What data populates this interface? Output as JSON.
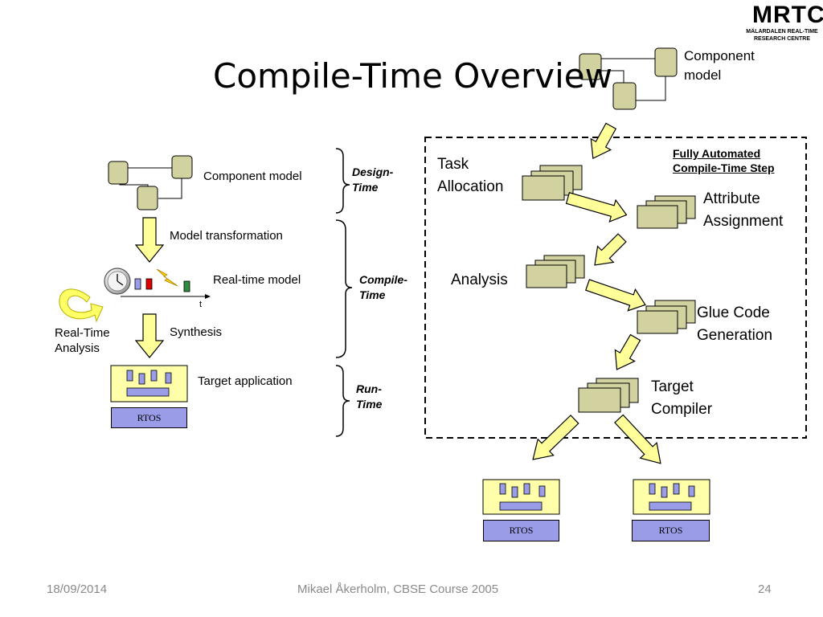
{
  "logo": {
    "text": "MRTC",
    "line1": "MÄLARDALEN REAL-TIME",
    "line2": "RESEARCH CENTRE"
  },
  "title": "Compile-Time Overview",
  "left": {
    "component_model": "Component model",
    "model_transformation": "Model transformation",
    "realtime_model": "Real-time model",
    "time_axis_label": "t",
    "realtime_analysis": [
      "Real-Time",
      "Analysis"
    ],
    "synthesis": "Synthesis",
    "target_application": "Target application",
    "rtos": "RTOS"
  },
  "phases": {
    "design": [
      "Design-",
      "Time"
    ],
    "compile": [
      "Compile-",
      "Time"
    ],
    "run": [
      "Run-",
      "Time"
    ]
  },
  "right": {
    "component_model": [
      "Component",
      "model"
    ],
    "automated": [
      "Fully Automated",
      "Compile-Time Step"
    ],
    "steps": {
      "task_allocation": [
        "Task",
        "Allocation"
      ],
      "attribute_assignment": [
        "Attribute",
        "Assignment"
      ],
      "analysis": "Analysis",
      "glue_code": [
        "Glue Code",
        "Generation"
      ],
      "target_compiler": [
        "Target",
        "Compiler"
      ]
    },
    "rtos": [
      "RTOS",
      "RTOS"
    ]
  },
  "footer": {
    "date": "18/09/2014",
    "author": "Mikael Åkerholm, CBSE Course 2005",
    "page": "24"
  },
  "colors": {
    "component_fill": "#d2d2a0",
    "arrow_fill": "#ffff99",
    "app_fill": "#ffffaa",
    "rtos_fill": "#9a9ce8",
    "bar_fill": "#9a9ce8"
  }
}
